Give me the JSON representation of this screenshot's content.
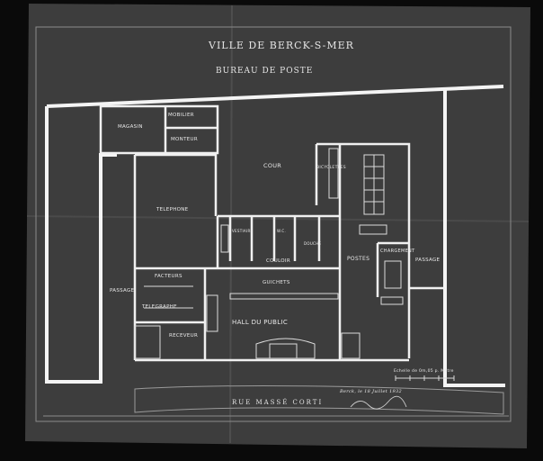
{
  "plan": {
    "title": "VILLE DE BERCK-S-MER",
    "subtitle": "BUREAU DE POSTE",
    "street": "RUE   MASSÉ   CORTI",
    "scale_note": "Echelle de 0m,05 p. Mètre",
    "date_note": "Berck, le 18 Juillet 1932",
    "colors": {
      "paper": "#3c3c3c",
      "lines": "#f2f2f2",
      "border": "#0a0a0a"
    }
  },
  "rooms": {
    "magasin": "MAGASIN",
    "mobilier": "MOBILIER",
    "monteur": "MONTEUR",
    "cour": "COUR",
    "telephone": "TELEPHONE",
    "postes": "POSTES",
    "chargement": "CHARGEMENT",
    "passage_right": "PASSAGE",
    "passage_left": "PASSAGE",
    "couloir": "COULOIR",
    "guichets": "GUICHETS",
    "hall": "HALL DU PUBLIC",
    "telegraphe": "TELEGRAPHE",
    "receveur": "RECEVEUR",
    "facteurs": "FACTEURS",
    "bicyclettes": "BICYCLETTES",
    "vestiaire": "VESTIAIRE",
    "wc": "W.C.",
    "douche": "DOUCHE"
  }
}
